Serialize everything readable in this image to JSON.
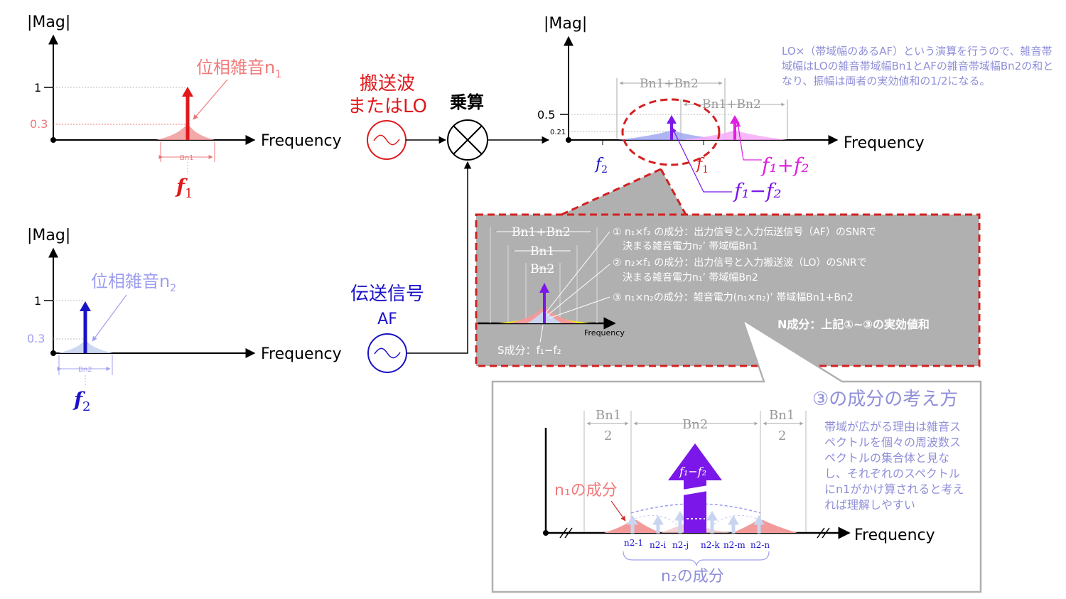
{
  "top_left": {
    "mag": "|Mag|",
    "y1": "1",
    "y03": "0.3",
    "freq": "Frequency",
    "noise_label": "位相雑音n",
    "noise_sub": "1",
    "bw": "Bn1",
    "f_label": "f",
    "f_sub": "1"
  },
  "bottom_left": {
    "mag": "|Mag|",
    "y1": "1",
    "y03": "0.3",
    "freq": "Frequency",
    "noise_label": "位相雑音n",
    "noise_sub": "2",
    "bw": "Bn2",
    "f_label": "f",
    "f_sub": "2"
  },
  "carrier": {
    "line1": "搬送波",
    "line2": "またはLO"
  },
  "signal": {
    "line1": "伝送信号",
    "line2": "AF"
  },
  "multiply": "乗算",
  "top_right": {
    "mag": "|Mag|",
    "y05": "0.5",
    "y021": "0.21",
    "freq": "Frequency",
    "bw_sum1": "Bn1+Bn2",
    "bw_sum2": "Bn1+Bn2",
    "f2": "f",
    "f2_sub": "2",
    "f1": "f",
    "f1_sub": "1",
    "sum_label": "f₁+f₂",
    "diff_label": "f₁−f₂"
  },
  "note_top": "LO×（帯域幅のあるAF）という演算を行うので、雑音帯域幅はLOの雑音帯域幅Bn1とAFの雑音帯域幅Bn2の和となり、振幅は両者の実効値和の1/2になる。",
  "zoom": {
    "bw_sum": "Bn1+Bn2",
    "bw1": "Bn1",
    "bw2": "Bn2",
    "item1a": "① n₁×f₂ の成分：出力信号と入力伝送信号（AF）のSNRで",
    "item1b": "決まる雑音電力n₂’ 帯域幅Bn1",
    "item2a": "② n₂×f₁ の成分：出力信号と入力搬送波（LO）のSNRで",
    "item2b": "決まる雑音電力n₁’ 帯域幅Bn2",
    "item3": "③ n₁×n₂の成分：雑音電力(n₁×n₂)’ 帯域幅Bn1+Bn2",
    "freq": "Frequency",
    "s_comp": "S成分：f₁−f₂",
    "n_comp": "N成分：上記①~③の実効値和"
  },
  "detail": {
    "title": "③の成分の考え方",
    "bn1_half_top": "Bn1",
    "bn1_half_bot": "2",
    "bn2": "Bn2",
    "bn1_half_top_r": "Bn1",
    "bn1_half_bot_r": "2",
    "arrow_label": "f₁−f₂",
    "n1_comp": "n₁の成分",
    "freq": "Frequency",
    "ticks": [
      "n2-1",
      "n2-i",
      "n2-j",
      "n2-k",
      "n2-m",
      "n2-n"
    ],
    "n2_comp": "n₂の成分",
    "note": "帯域が広がる理由は雑音スペクトルを個々の周波数スペクトルの集合体と見なし、それぞれのスペクトルにn1がかけ算されると考えれば理解しやすい"
  },
  "colors": {
    "red": "#e0191b",
    "pink": "#f07a7a",
    "blue": "#1a12c8",
    "lightblue": "#9d9df0",
    "purple": "#7b17e8",
    "magenta": "#e020e0",
    "gray": "#a8a8a8"
  }
}
